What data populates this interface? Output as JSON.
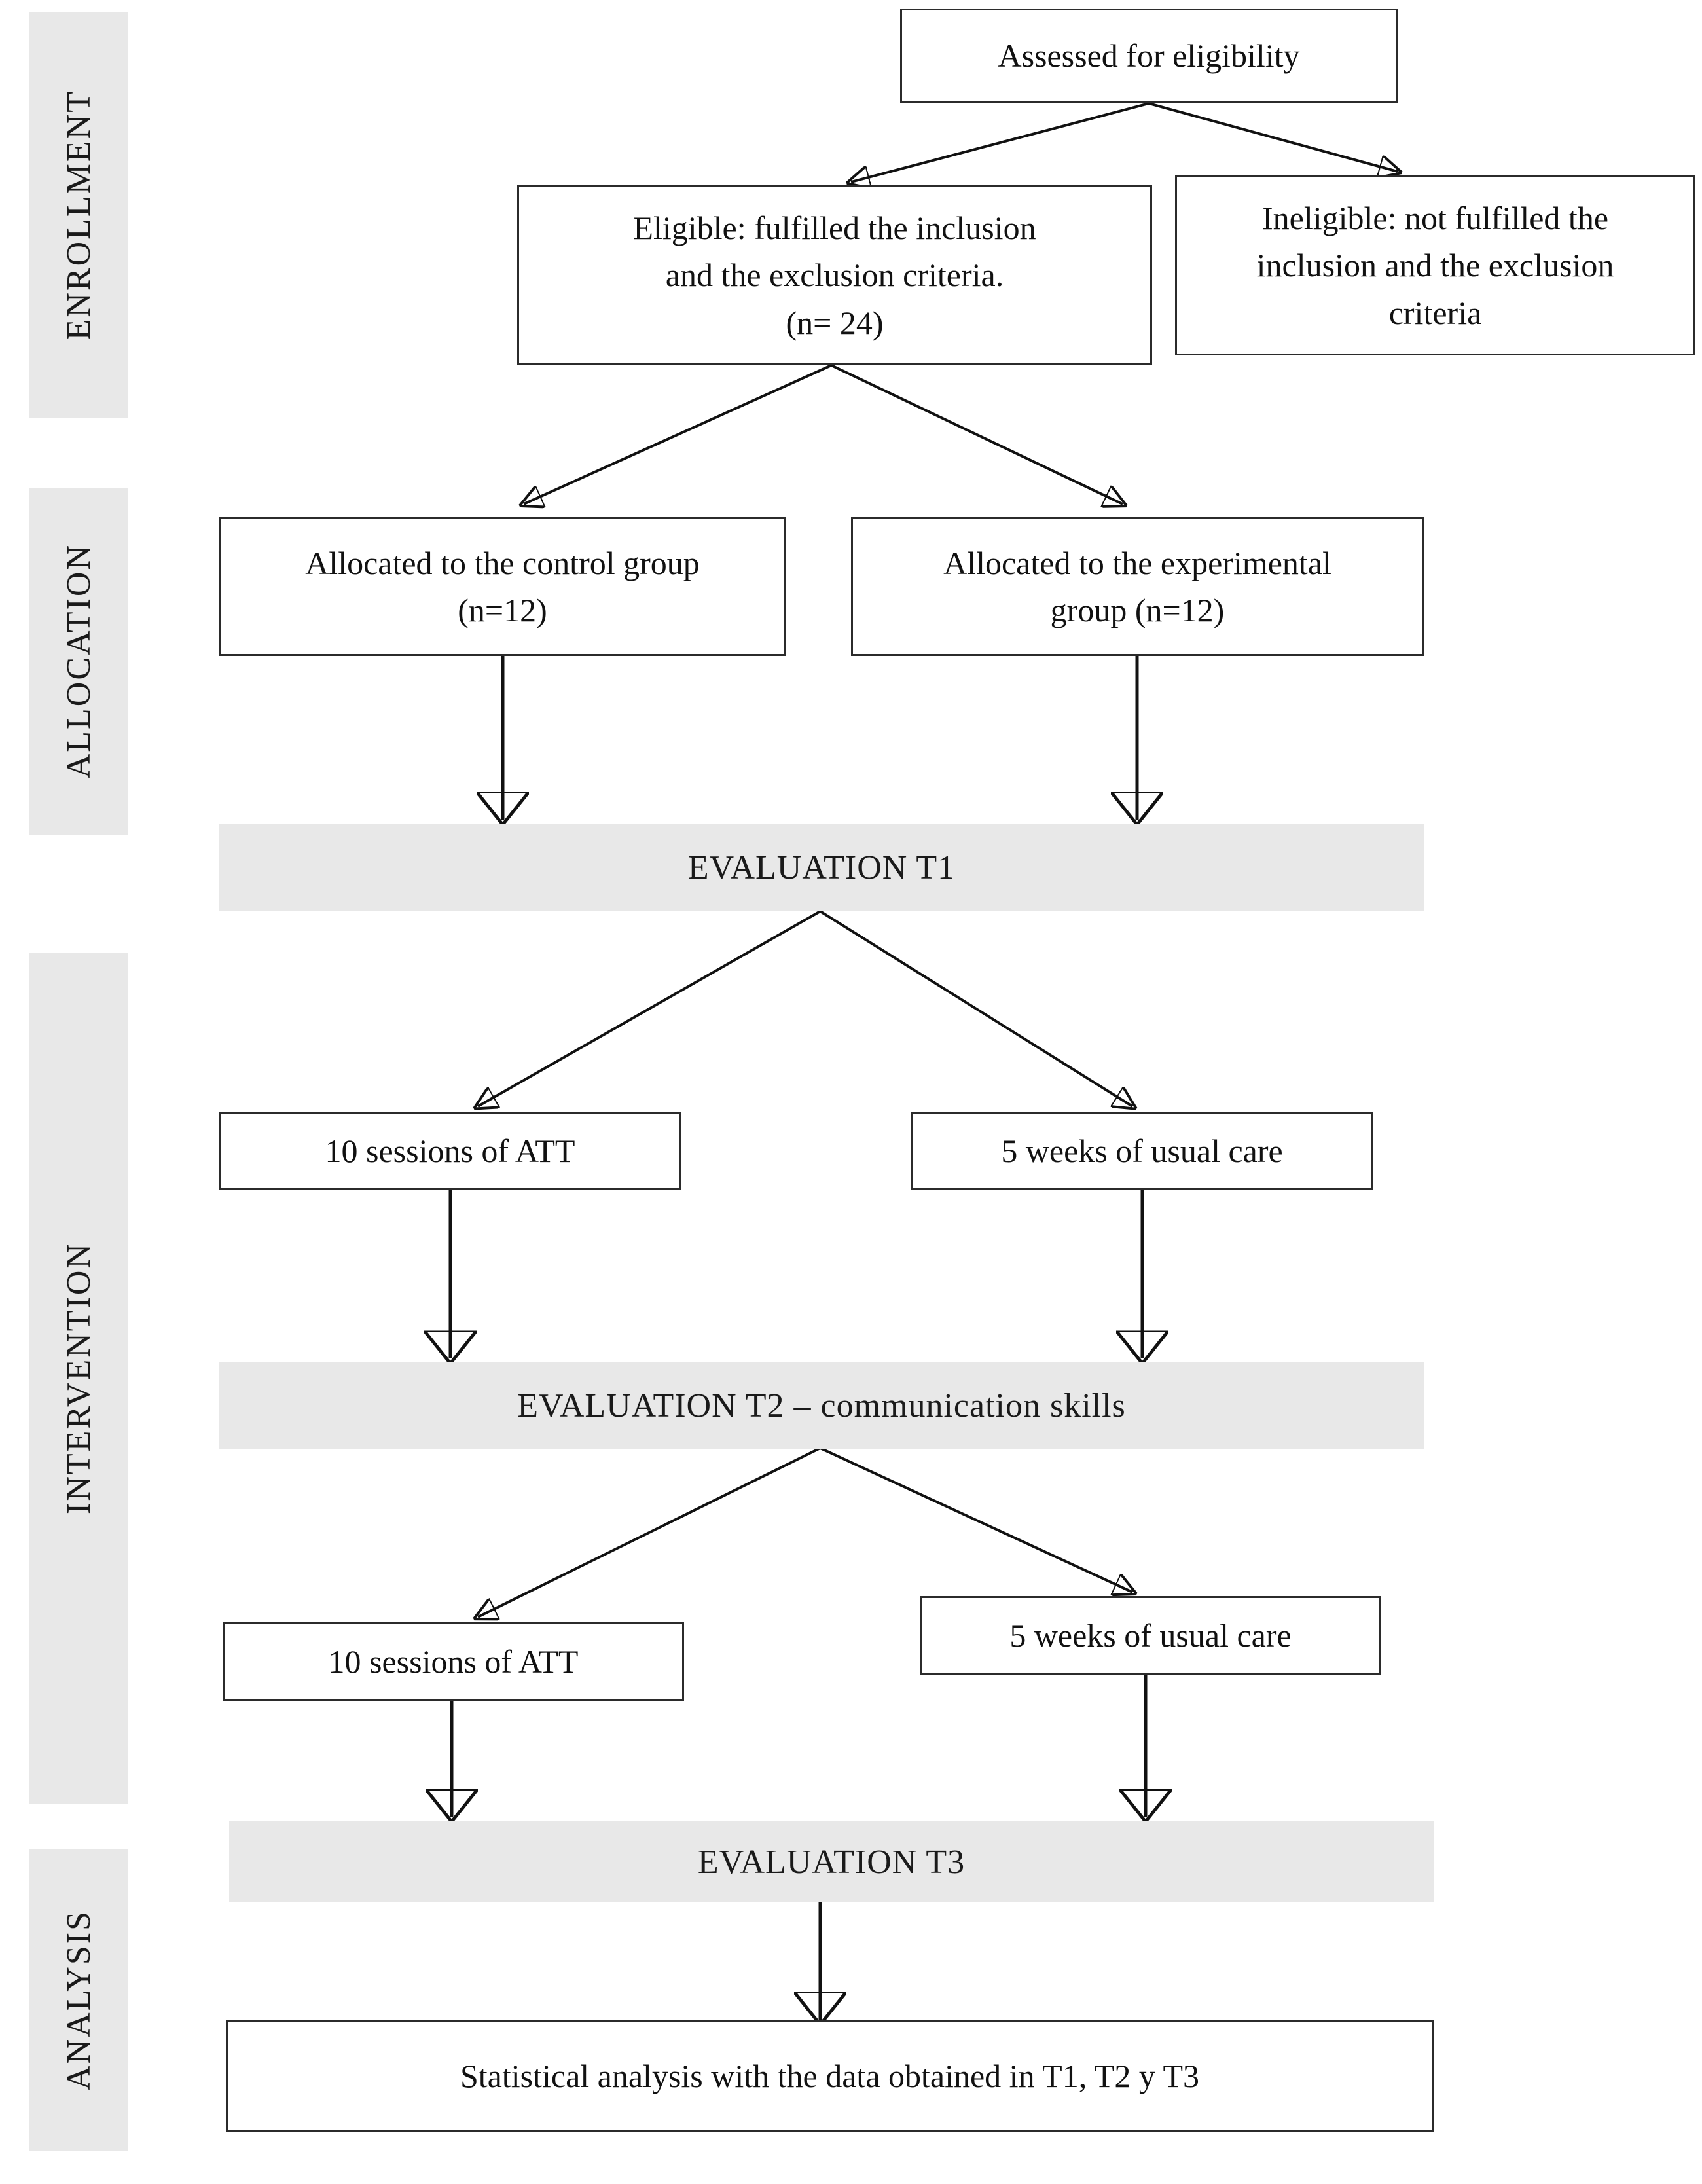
{
  "diagram": {
    "title": "CONSORT participant flow diagram",
    "type": "flowchart",
    "colors": {
      "band_fill": "#e8e8e8",
      "phase_bar_fill": "#e8e8e8",
      "box_border": "#2b2b2b",
      "text": "#111111",
      "page_background": "#ffffff"
    }
  },
  "phases": [
    {
      "id": "enrollment",
      "label": "ENROLLMENT"
    },
    {
      "id": "allocation",
      "label": "ALLOCATION"
    },
    {
      "id": "intervention",
      "label": "INTERVENTION"
    },
    {
      "id": "analysis",
      "label": "ANALYSIS"
    }
  ],
  "nodes": {
    "assessed": {
      "label": "Assessed for eligibility"
    },
    "eligible": {
      "label": "Eligible:  fulfilled  the inclusion and the exclusion criteria. (n= 24)"
    },
    "ineligible": {
      "label": "Ineligible:  not fulfilled  the inclusion and the exclusion criteria"
    },
    "allocated_control": {
      "label": "Allocated  to the control group (n=12)"
    },
    "allocated_experimental": {
      "label": "Allocated  to the experimental group (n=12)"
    },
    "evaluation_t1": {
      "label": "EVALUATION  T1"
    },
    "att_sessions_1": {
      "label": "10 sessions of ATT"
    },
    "usual_care_1": {
      "label": "5 weeks of usual care"
    },
    "evaluation_t2": {
      "label": "EVALUATION  T2 – communication skills"
    },
    "att_sessions_2": {
      "label": "10 sessions of ATT"
    },
    "usual_care_2": {
      "label": "5 weeks of usual care"
    },
    "evaluation_t3": {
      "label": "EVALUATION  T3"
    },
    "statistical_analysis": {
      "label": "Statistical analysis with the data obtained in T1, T2 y T3"
    }
  },
  "node_lines": {
    "eligible": [
      "Eligible:  fulfilled  the inclusion",
      "and the exclusion criteria.",
      "(n= 24)"
    ],
    "ineligible": [
      "Ineligible:  not fulfilled  the",
      "inclusion and the exclusion",
      "criteria"
    ],
    "allocated_control": [
      "Allocated  to the control group",
      "(n=12)"
    ],
    "allocated_experimental": [
      "Allocated  to the experimental",
      "group (n=12)"
    ]
  },
  "edges": [
    {
      "from": "assessed",
      "to": "eligible",
      "style": "branch-left"
    },
    {
      "from": "assessed",
      "to": "ineligible",
      "style": "branch-right"
    },
    {
      "from": "eligible",
      "to": "allocated_control",
      "style": "branch-left"
    },
    {
      "from": "eligible",
      "to": "allocated_experimental",
      "style": "branch-right"
    },
    {
      "from": "allocated_control",
      "to": "evaluation_t1",
      "style": "straight"
    },
    {
      "from": "allocated_experimental",
      "to": "evaluation_t1",
      "style": "straight"
    },
    {
      "from": "evaluation_t1",
      "to": "att_sessions_1",
      "style": "branch-left"
    },
    {
      "from": "evaluation_t1",
      "to": "usual_care_1",
      "style": "branch-right"
    },
    {
      "from": "att_sessions_1",
      "to": "evaluation_t2",
      "style": "straight"
    },
    {
      "from": "usual_care_1",
      "to": "evaluation_t2",
      "style": "straight"
    },
    {
      "from": "evaluation_t2",
      "to": "att_sessions_2",
      "style": "branch-left"
    },
    {
      "from": "evaluation_t2",
      "to": "usual_care_2",
      "style": "branch-right"
    },
    {
      "from": "att_sessions_2",
      "to": "evaluation_t3",
      "style": "straight"
    },
    {
      "from": "usual_care_2",
      "to": "evaluation_t3",
      "style": "straight"
    },
    {
      "from": "evaluation_t3",
      "to": "statistical_analysis",
      "style": "straight"
    }
  ]
}
